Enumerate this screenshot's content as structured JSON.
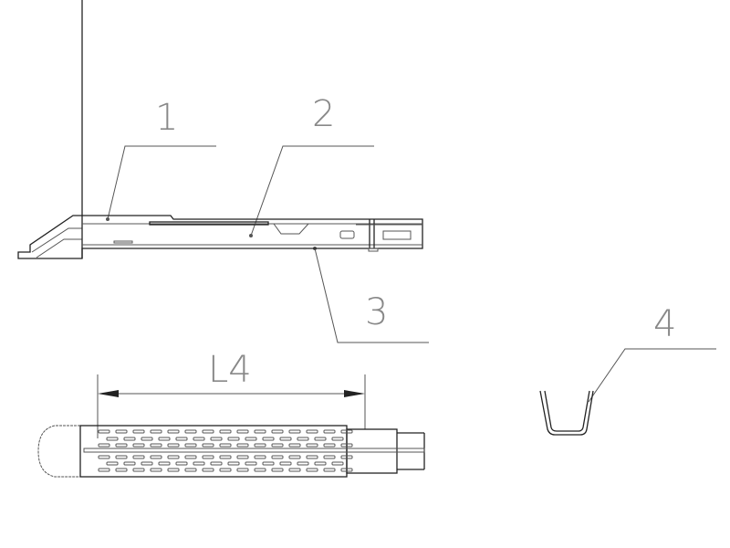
{
  "labels": {
    "part1": "1",
    "part2": "2",
    "part3": "3",
    "part4": "4",
    "dimension": "L4"
  },
  "colors": {
    "line": "#555555",
    "label": "#888888",
    "background": "#ffffff"
  }
}
